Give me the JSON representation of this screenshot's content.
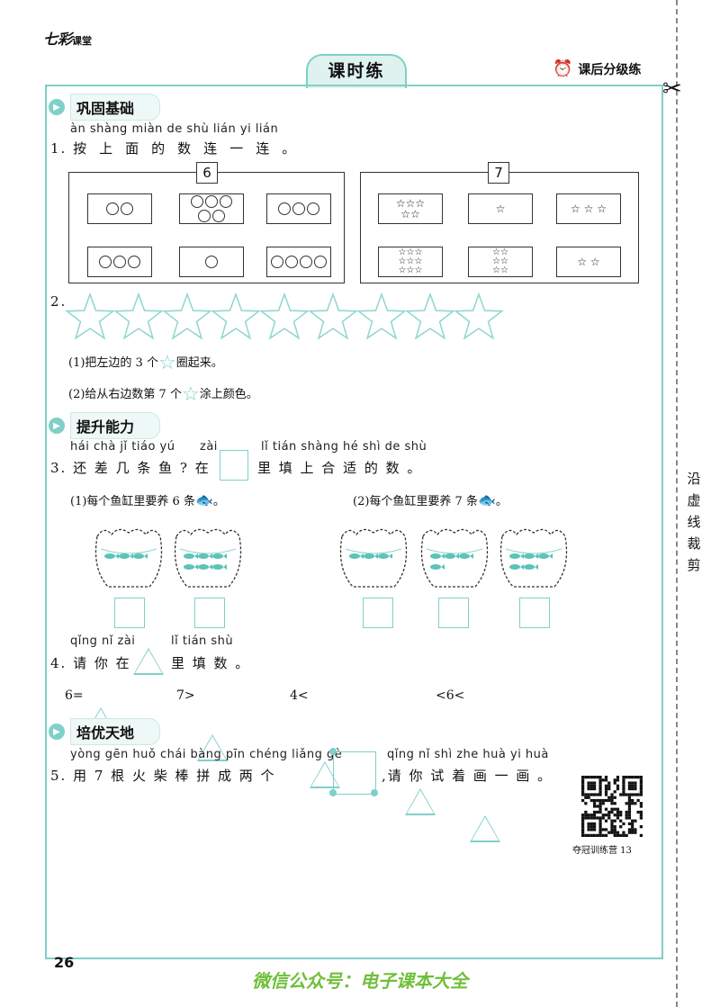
{
  "header": {
    "brand": "七彩",
    "brand_sub": "课堂",
    "title": "课时练",
    "tier": "课后分级练"
  },
  "side": {
    "cut_text": "沿虚线裁剪"
  },
  "sec1": {
    "label": "巩固基础"
  },
  "q1": {
    "pinyin": "àn shàng miàn de shù lián yi lián",
    "num": "1.",
    "text": [
      "按",
      "上",
      "面",
      "的",
      "数",
      "连",
      "一",
      "连",
      "。"
    ],
    "box_a": "6",
    "box_b": "7"
  },
  "q2": {
    "num": "2.",
    "sub1_a": "(1)把左边的 3 个",
    "sub1_b": "圈起来。",
    "sub2_a": "(2)给从右边数第 7 个",
    "sub2_b": "涂上颜色。"
  },
  "sec2": {
    "label": "提升能力"
  },
  "q3": {
    "pinyin_a": "hái chà jǐ tiáo yú",
    "pinyin_b": "zài",
    "pinyin_c": "lǐ tián shàng hé shì de shù",
    "num": "3.",
    "text_a": "还 差 几 条 鱼 ? 在",
    "text_b": "里 填  上  合 适 的 数 。",
    "sub1": "(1)每个鱼缸里要养 6 条",
    "sub2": "(2)每个鱼缸里要养 7 条",
    "period": "。"
  },
  "q4": {
    "pinyin_a": "qǐng nǐ zài",
    "pinyin_b": "lǐ tián shù",
    "num": "4.",
    "text_a": "请 你 在",
    "text_b": "里 填 数 。",
    "e1": "6=",
    "e2": "7>",
    "e3": "4<",
    "e4": "<6<"
  },
  "sec3": {
    "label": "培优天地"
  },
  "q5": {
    "pinyin_a": "yòng  gēn huǒ chái bàng pīn chéng liǎng gè",
    "pinyin_b": "qǐng nǐ shì zhe huà yi huà",
    "num": "5.",
    "text_a": "用  7 根 火 柴  棒  拼  成   两 个",
    "text_b": ",请 你 试 着 画 一 画 。"
  },
  "qr": {
    "caption": "夺冠训练营 13"
  },
  "footer": {
    "page": "26",
    "watermark": "微信公众号：电子课本大全"
  }
}
